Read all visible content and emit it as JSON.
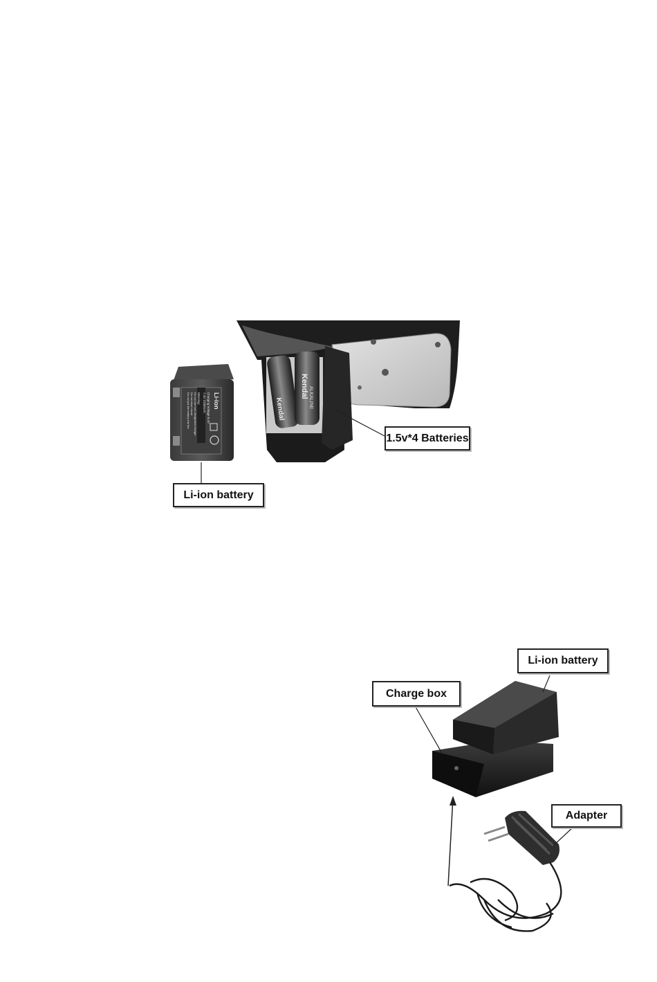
{
  "figure_top": {
    "callouts": {
      "liion": "Li-ion battery",
      "batteries": "1.5v*4 Batteries"
    },
    "pack_label": {
      "chem": "Li-ion",
      "lines": [
        "Warning:",
        "Do not use non-designated charger",
        "Do not short circuit",
        "Do not put the battery into fire"
      ],
      "spec": [
        "Charging Voltage 8.4V",
        "7.4V  2200mAh"
      ]
    },
    "cell_brand": "Kendal",
    "cell_type": "ALKALINE"
  },
  "figure_bottom": {
    "callouts": {
      "liion": "Li-ion battery",
      "charge_box": "Charge box",
      "adapter": "Adapter"
    }
  },
  "colors": {
    "dark_plastic": "#2b2b2b",
    "mid_grey": "#6a6a6a",
    "light_plate": "#cfcfcf"
  }
}
